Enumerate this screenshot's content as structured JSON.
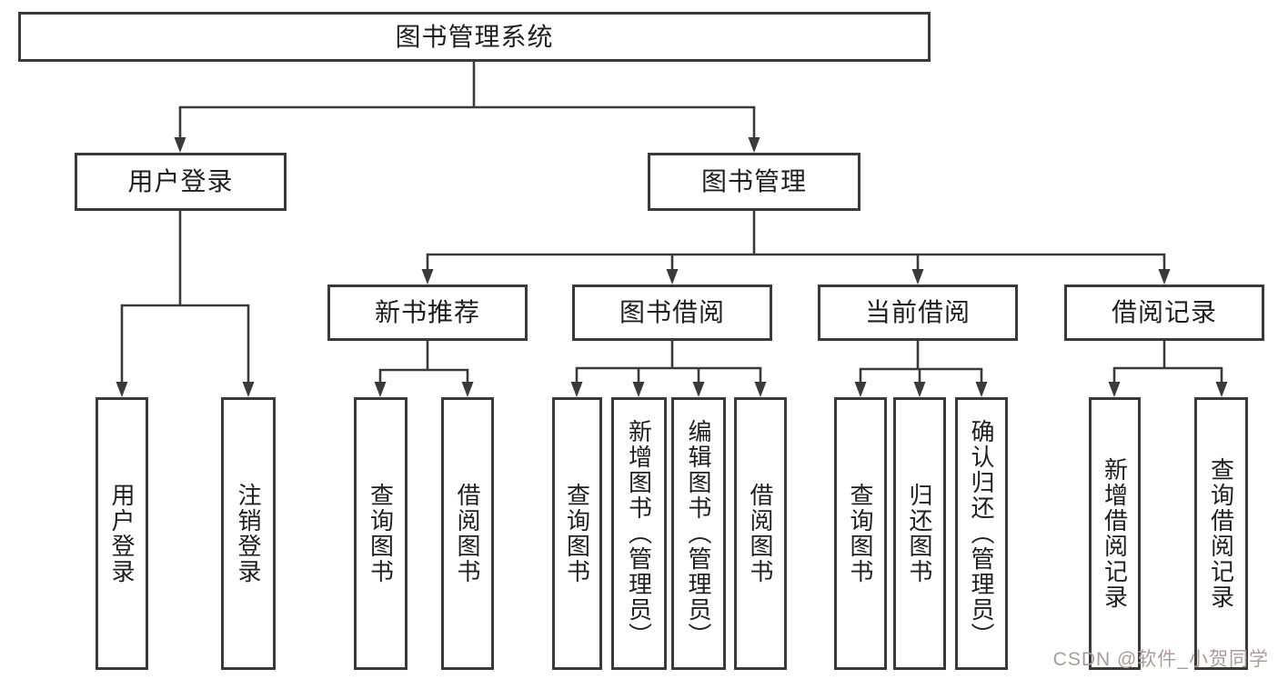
{
  "colors": {
    "line": "#3a3a3a",
    "box_border": "#3a3a3a",
    "text": "#1f1f1f",
    "background": "#ffffff",
    "watermark": "#a89c9c"
  },
  "watermark": {
    "text": "CSDN @软件_小贺同学"
  },
  "tree": {
    "root": {
      "label": "图书管理系统",
      "children": [
        {
          "label": "用户登录",
          "children": [
            {
              "label": "用户登录"
            },
            {
              "label": "注销登录"
            }
          ]
        },
        {
          "label": "图书管理",
          "children": [
            {
              "label": "新书推荐",
              "children": [
                {
                  "label": "查询图书"
                },
                {
                  "label": "借阅图书"
                }
              ]
            },
            {
              "label": "图书借阅",
              "children": [
                {
                  "label": "查询图书"
                },
                {
                  "label": "新增图书（管理员）"
                },
                {
                  "label": "编辑图书（管理员）"
                },
                {
                  "label": "借阅图书"
                }
              ]
            },
            {
              "label": "当前借阅",
              "children": [
                {
                  "label": "查询图书"
                },
                {
                  "label": "归还图书"
                },
                {
                  "label": "确认归还（管理员）"
                }
              ]
            },
            {
              "label": "借阅记录",
              "children": [
                {
                  "label": "新增借阅记录"
                },
                {
                  "label": "查询借阅记录"
                }
              ]
            }
          ]
        }
      ]
    }
  }
}
